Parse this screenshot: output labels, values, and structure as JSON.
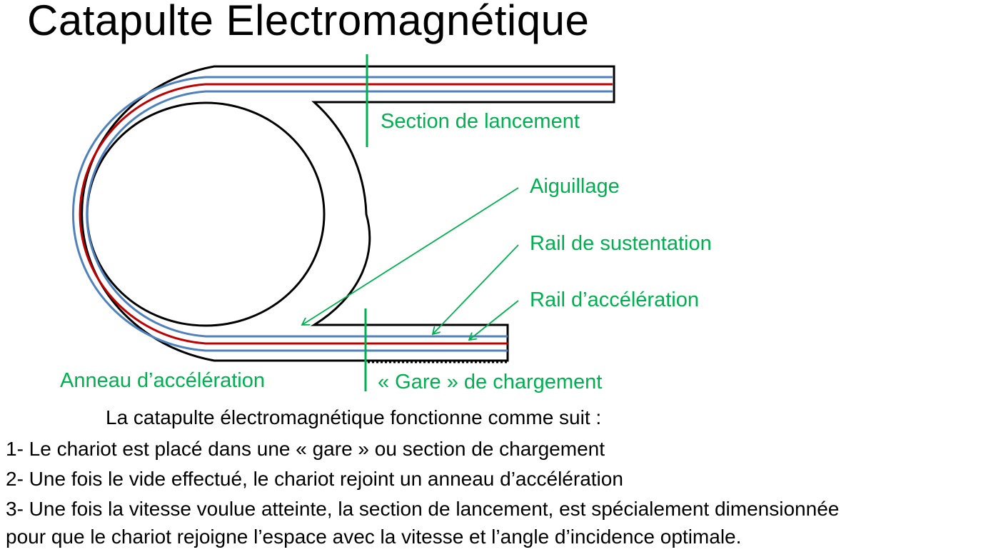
{
  "title": "Catapulte Electromagnétique",
  "colors": {
    "outline": "#000000",
    "rail_blue": "#4f81bd",
    "rail_red": "#c00000",
    "annotation": "#00b050",
    "text": "#000000"
  },
  "labels": {
    "launch_section": "Section de lancement",
    "switch": "Aiguillage",
    "levitation_rail": "Rail de sustentation",
    "acceleration_rail": "Rail d’accélération",
    "acceleration_ring": "Anneau d’accélération",
    "loading_station": "« Gare » de chargement"
  },
  "description": {
    "intro": "La catapulte électromagnétique fonctionne comme suit :",
    "steps": [
      "1- Le chariot est placé dans une « gare » ou section de chargement",
      "2- Une fois le vide effectué, le chariot rejoint un anneau d’accélération",
      "3- Une fois la vitesse voulue atteinte, la section de lancement, est spécialement dimensionnée",
      "pour que le chariot rejoigne l’espace avec la vitesse et l’angle d’incidence optimale."
    ]
  }
}
